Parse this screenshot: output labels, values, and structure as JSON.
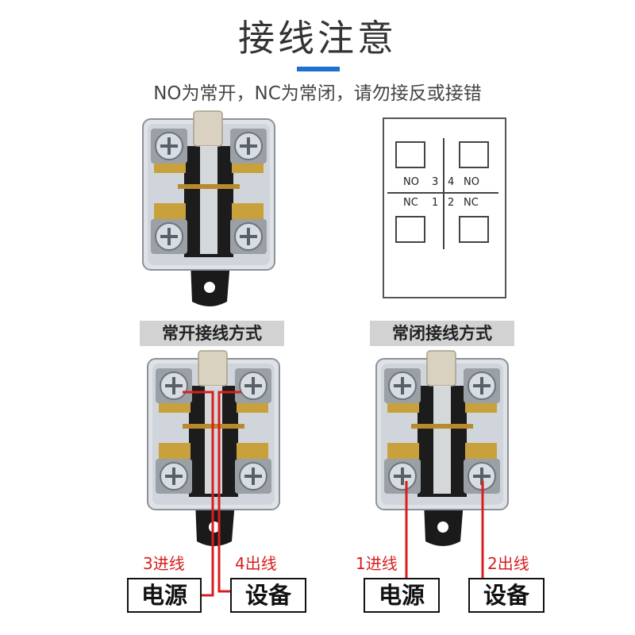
{
  "header": {
    "title": "接线注意",
    "subtitle": "NO为常开，NC为常闭，请勿接反或接错"
  },
  "diagram": {
    "top_left": {
      "label": "NO",
      "number": "3"
    },
    "top_right": {
      "label": "NO",
      "number": "4"
    },
    "bottom_left": {
      "label": "NC",
      "number": "1"
    },
    "bottom_right": {
      "label": "NC",
      "number": "2"
    }
  },
  "sections": {
    "normally_open": {
      "label": "常开接线方式",
      "wire_in": "3进线",
      "wire_out": "4出线",
      "source": "电源",
      "device": "设备"
    },
    "normally_closed": {
      "label": "常闭接线方式",
      "wire_in": "1进线",
      "wire_out": "2出线",
      "source": "电源",
      "device": "设备"
    }
  },
  "colors": {
    "accent": "#1e6fd0",
    "wire": "#d81e1e",
    "label_bg": "#d2d2d2"
  }
}
